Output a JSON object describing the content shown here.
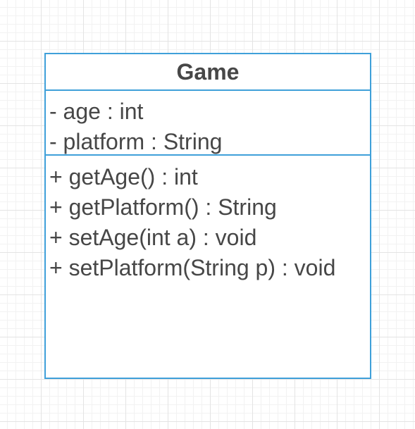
{
  "class_box": {
    "name": "Game",
    "attributes": [
      "- age : int",
      "- platform : String"
    ],
    "methods": [
      "+ getAge() : int",
      "+ getPlatform() : String",
      "+ setAge(int a) : void",
      "+ setPlatform(String p) : void"
    ]
  },
  "colors": {
    "border": "#3fa0d9",
    "text": "#474747",
    "grid_major": "#e4e4e4",
    "grid_minor": "#f2f2f2"
  }
}
